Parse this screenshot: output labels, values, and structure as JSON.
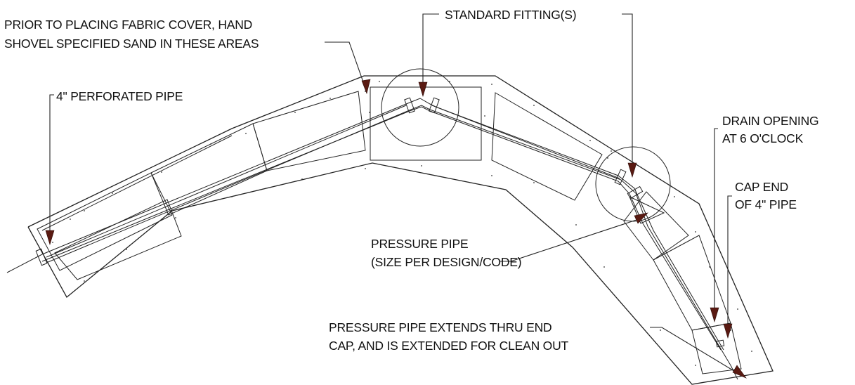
{
  "labels": {
    "sand_note_line1": "PRIOR TO PLACING FABRIC COVER, HAND",
    "sand_note_line2": "SHOVEL SPECIFIED SAND IN THESE AREAS",
    "standard_fitting": "STANDARD FITTING(S)",
    "perforated_pipe": "4\" PERFORATED PIPE",
    "drain_opening_line1": "DRAIN OPENING",
    "drain_opening_line2": "AT 6 O'CLOCK",
    "cap_end_line1": "CAP END",
    "cap_end_line2": "OF 4\" PIPE",
    "pressure_pipe_line1": "PRESSURE PIPE",
    "pressure_pipe_line2": "(SIZE PER DESIGN/CODE)",
    "extends_line1": "PRESSURE PIPE EXTENDS THRU END",
    "extends_line2": "CAP, AND IS EXTENDED FOR CLEAN OUT"
  },
  "colors": {
    "line": "#222222",
    "arrowhead": "#5a1a12",
    "background": "#ffffff"
  }
}
